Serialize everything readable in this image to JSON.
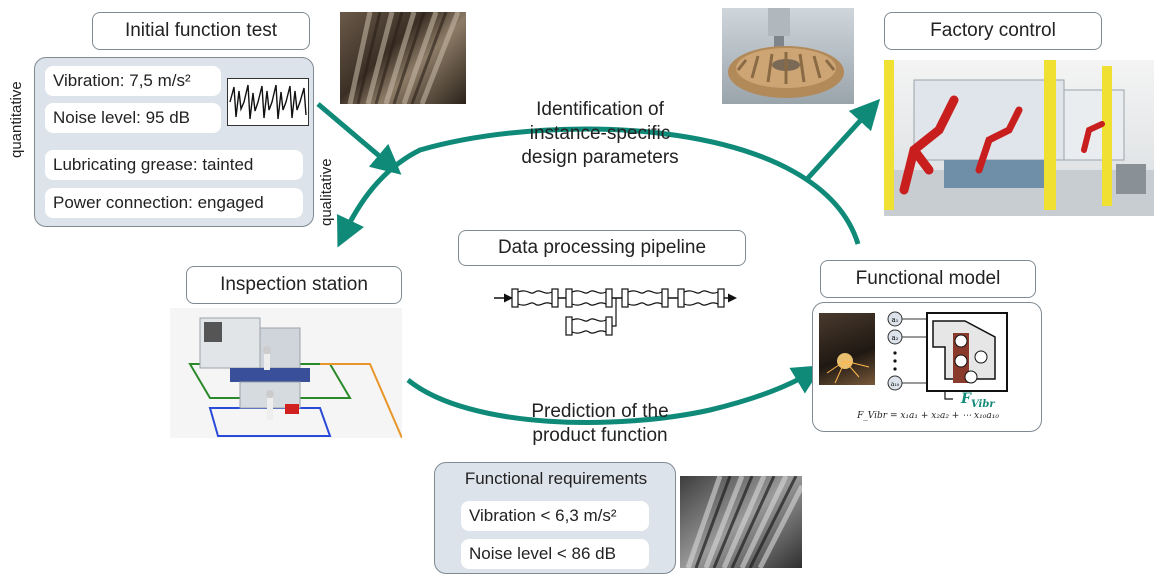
{
  "colors": {
    "arrow": "#0f8a78",
    "panel_bg": "#dde3ea",
    "border": "#7f8a92"
  },
  "initial_test": {
    "title": "Initial function test",
    "quantitative_label": "quantitative",
    "qualitative_label": "qualitative",
    "items": [
      "Vibration: 7,5 m/s²",
      "Noise level: 95 dB",
      "Lubricating grease: tainted",
      "Power connection: engaged"
    ]
  },
  "factory_control": {
    "title": "Factory control"
  },
  "inspection_station": {
    "title": "Inspection station"
  },
  "functional_model": {
    "title": "Functional model",
    "output_label": "F",
    "output_sub": "Vibr",
    "equation": "F_Vibr = x₁a₁ + x₂a₂ + ⋯ x₁₀a₁₀",
    "inputs": [
      "a₁",
      "a₂",
      "a₁₀"
    ]
  },
  "pipeline": {
    "title": "Data processing pipeline"
  },
  "cycle_labels": {
    "top": [
      "Identification of",
      "instance-specific",
      "design parameters"
    ],
    "bottom": [
      "Prediction of the",
      "product function"
    ]
  },
  "requirements": {
    "title": "Functional requirements",
    "items": [
      "Vibration < 6,3 m/s²",
      "Noise level < 86 dB"
    ]
  }
}
